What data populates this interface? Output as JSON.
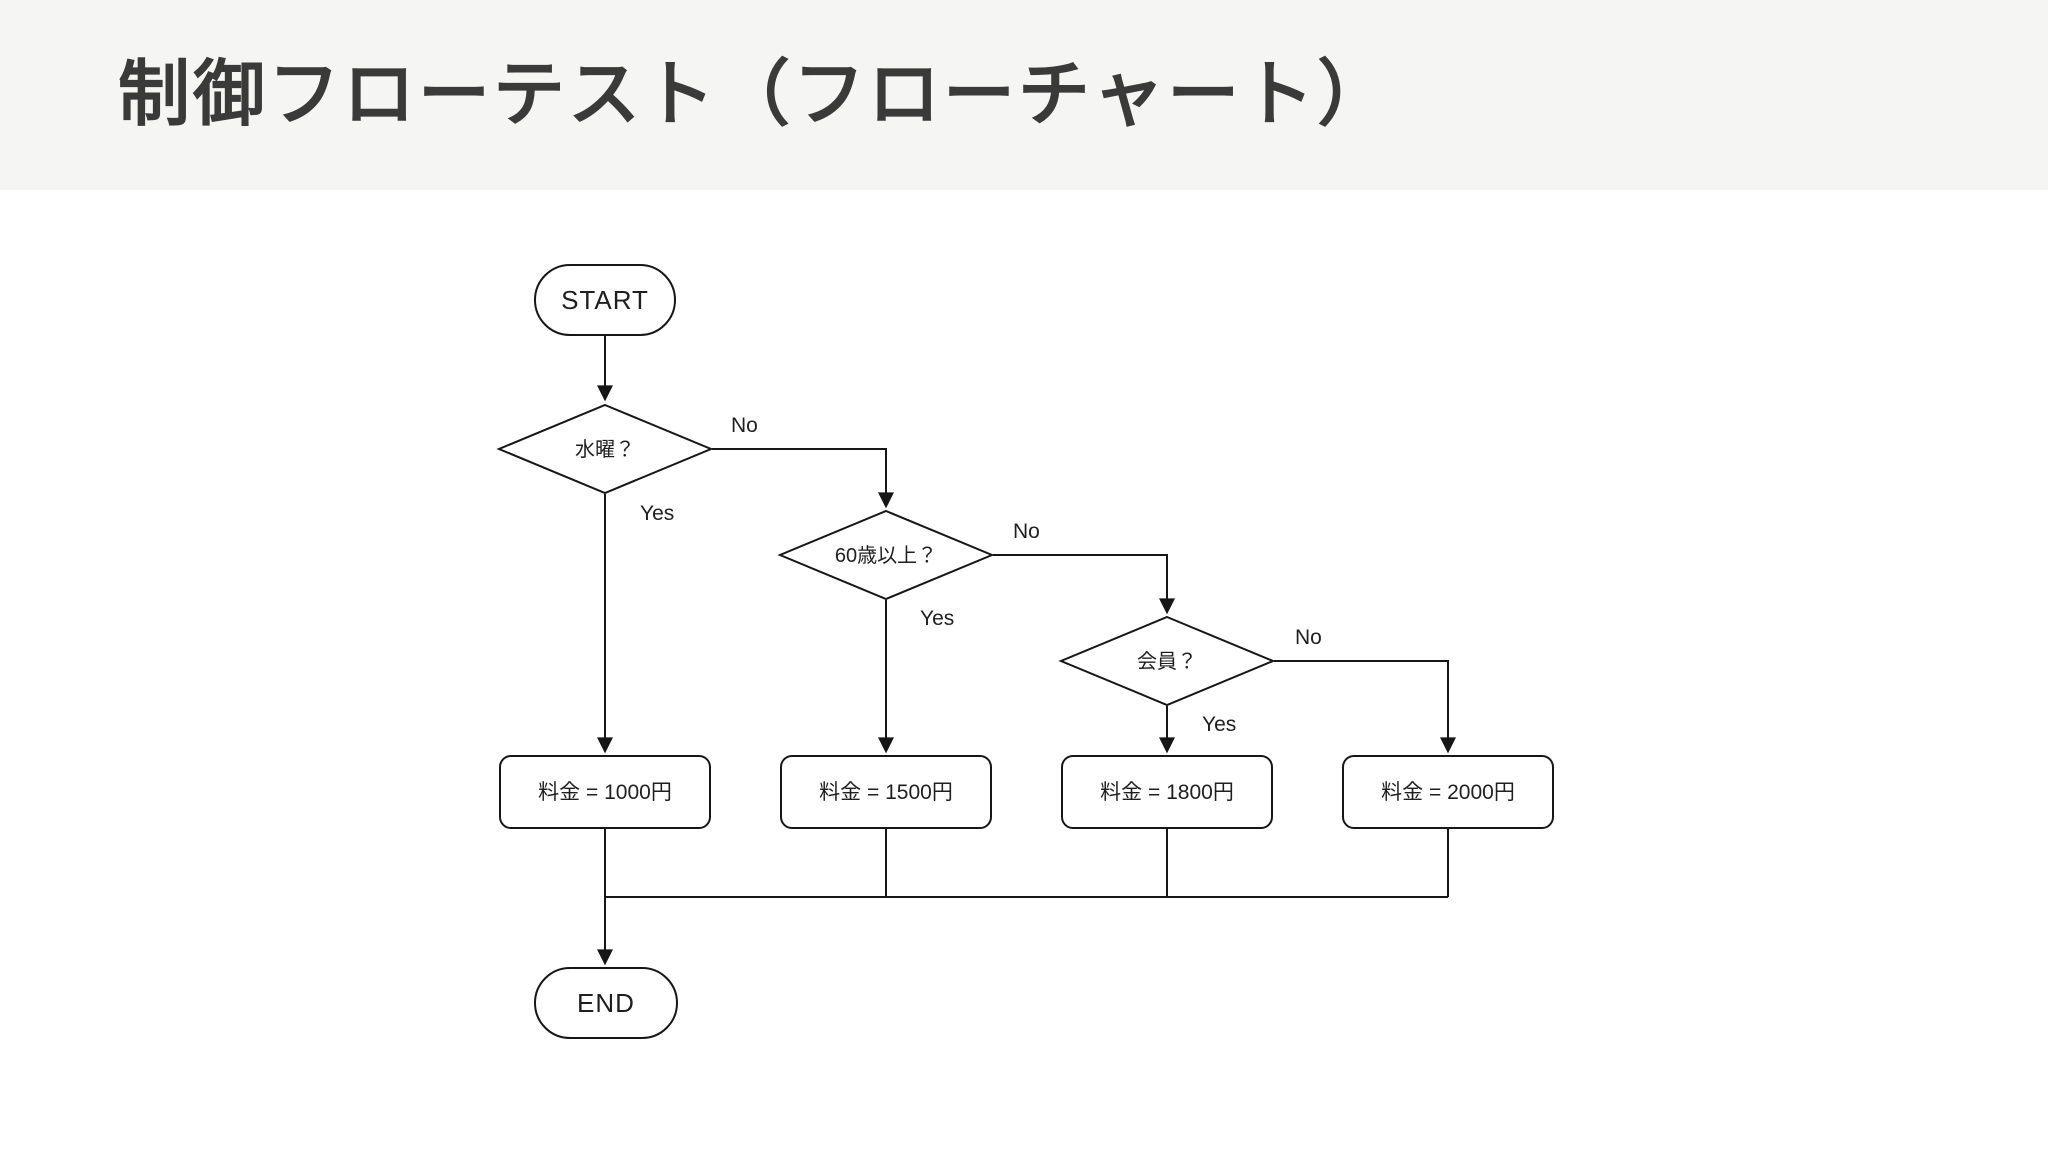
{
  "header": {
    "title": "制御フローテスト（フローチャート）"
  },
  "flowchart": {
    "nodes": {
      "start": {
        "label": "START",
        "type": "terminator"
      },
      "decision_wednesday": {
        "label": "水曜？",
        "type": "decision"
      },
      "decision_age": {
        "label": "60歳以上？",
        "type": "decision"
      },
      "decision_member": {
        "label": "会員？",
        "type": "decision"
      },
      "fee_1000": {
        "label": "料金 = 1000円",
        "type": "process"
      },
      "fee_1500": {
        "label": "料金 = 1500円",
        "type": "process"
      },
      "fee_1800": {
        "label": "料金 = 1800円",
        "type": "process"
      },
      "fee_2000": {
        "label": "料金 = 2000円",
        "type": "process"
      },
      "end": {
        "label": "END",
        "type": "terminator"
      }
    },
    "edge_labels": {
      "wednesday_yes": "Yes",
      "wednesday_no": "No",
      "age_yes": "Yes",
      "age_no": "No",
      "member_yes": "Yes",
      "member_no": "No"
    },
    "colors": {
      "line": "#161616",
      "node_fill": "#ffffff",
      "node_stroke": "#161616",
      "node_text": "#1f1f1f",
      "header_background": "#f5f5f3",
      "title_text": "#3a3a3a",
      "canvas_background": "#ffffff"
    }
  }
}
